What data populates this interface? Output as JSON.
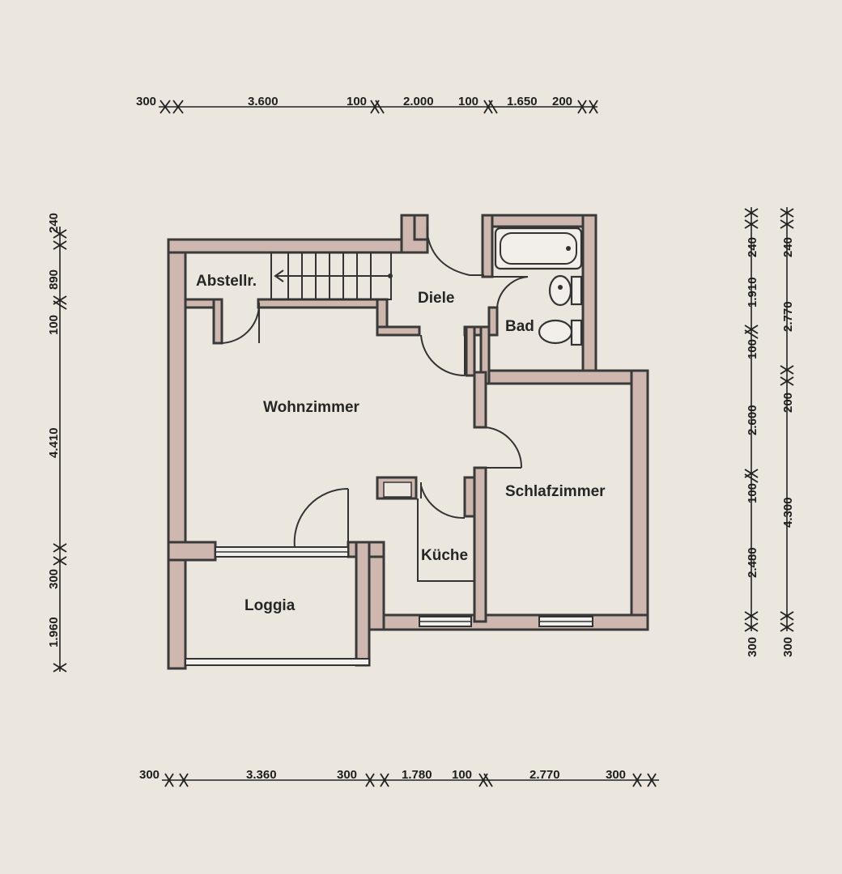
{
  "dimensions": {
    "top": [
      "300",
      "3.600",
      "100",
      "2.000",
      "100",
      "1.650",
      "200"
    ],
    "bottom": [
      "300",
      "3.360",
      "300",
      "1.780",
      "100",
      "2.770",
      "300"
    ],
    "left": [
      "240",
      "890",
      "100",
      "4.410",
      "300",
      "1.960"
    ],
    "right_inner": [
      "240",
      "1.910",
      "100",
      "2.600",
      "100",
      "2.480",
      "300"
    ],
    "right_outer": [
      "240",
      "2.770",
      "200",
      "4.300",
      "300"
    ]
  },
  "rooms": {
    "abstellr": "Abstellr.",
    "diele": "Diele",
    "bad": "Bad",
    "wohnzimmer": "Wohnzimmer",
    "schlafzimmer": "Schlafzimmer",
    "kueche": "Küche",
    "loggia": "Loggia"
  },
  "colors": {
    "paper": "#ece7de",
    "wall": "#cdb7af",
    "ink": "#222222"
  }
}
